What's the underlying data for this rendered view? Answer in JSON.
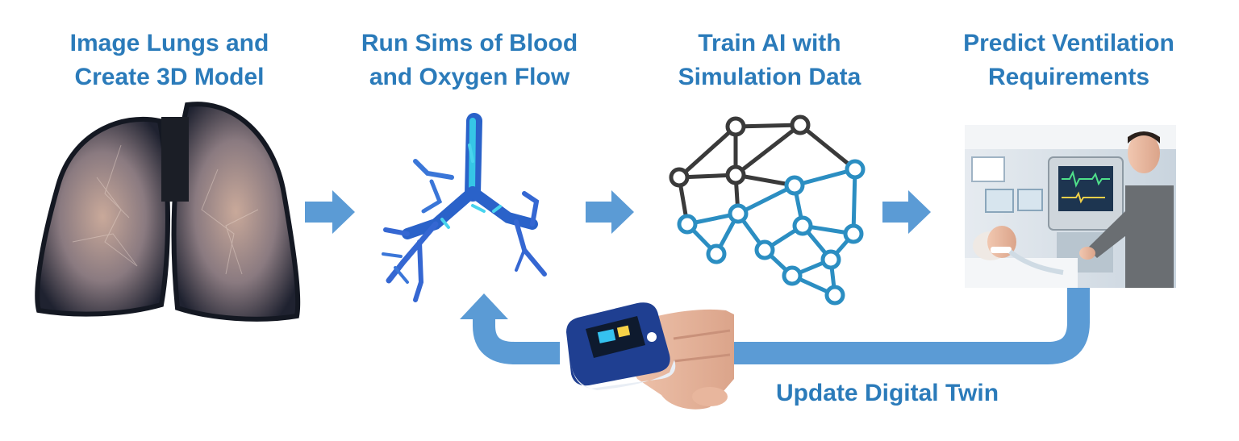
{
  "steps": [
    {
      "title_line1": "Image Lungs and",
      "title_line2": "Create 3D Model",
      "illustration": "lungs-3d-model-image"
    },
    {
      "title_line1": "Run Sims of Blood",
      "title_line2": "and Oxygen Flow",
      "illustration": "airway-tree-simulation-image"
    },
    {
      "title_line1": "Train AI with",
      "title_line2": "Simulation Data",
      "illustration": "neural-network-icon"
    },
    {
      "title_line1": "Predict Ventilation",
      "title_line2": "Requirements",
      "illustration": "patient-ventilator-photo"
    }
  ],
  "feedback": {
    "label": "Update Digital Twin",
    "illustration": "pulse-oximeter-photo"
  },
  "colors": {
    "title": "#2b7bba",
    "arrow": "#5b9bd5",
    "network_dark": "#3a3a3a",
    "network_blue": "#2b8ec2"
  }
}
